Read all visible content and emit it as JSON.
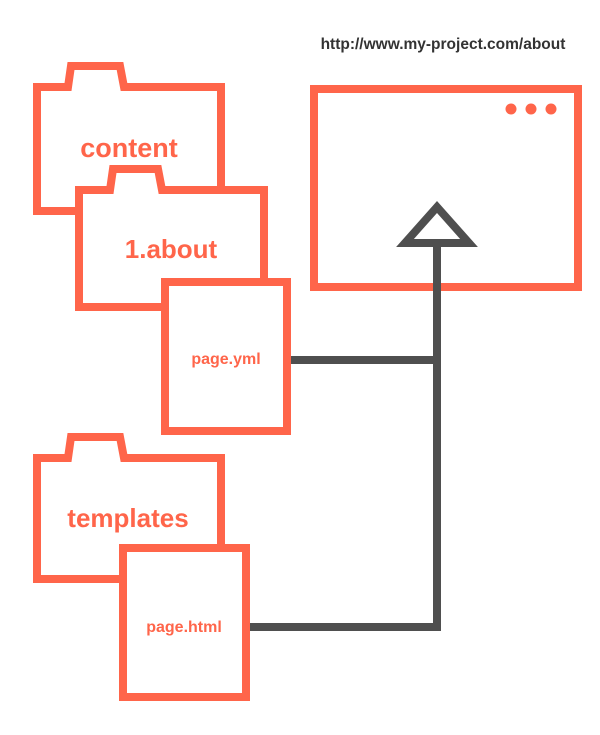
{
  "url": "http://www.my-project.com/about",
  "folders": {
    "content": "content",
    "about": "1.about",
    "templates": "templates"
  },
  "files": {
    "page_yml": "page.yml",
    "page_html": "page.html"
  },
  "colors": {
    "accent": "#ff654a",
    "line": "#4f4f4f",
    "url_text": "#333333",
    "background": "#ffffff"
  }
}
